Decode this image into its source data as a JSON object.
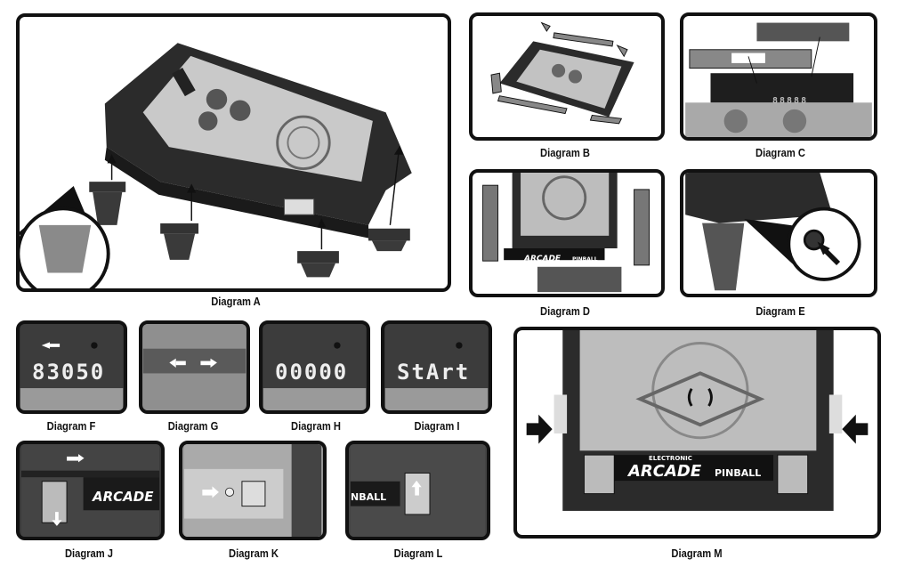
{
  "captions": {
    "a": "Diagram A",
    "b": "Diagram B",
    "c": "Diagram C",
    "d": "Diagram D",
    "e": "Diagram E",
    "f": "Diagram F",
    "g": "Diagram G",
    "h": "Diagram H",
    "i": "Diagram I",
    "j": "Diagram J",
    "k": "Diagram K",
    "l": "Diagram L",
    "m": "Diagram M"
  },
  "displays": {
    "f": "83050",
    "h": "00000",
    "i": "StArt",
    "c": "88888"
  },
  "logo": {
    "brand": "Electronic",
    "arcade": "ARCADE",
    "pinball": "PINBALL",
    "pinball_crop": "NBALL",
    "arcade_crop": "ARCADE"
  },
  "colors": {
    "frame": "#111111",
    "body": "#2a2a2a",
    "glass": "#bdbdbd",
    "leg": "#3a3a3a"
  }
}
